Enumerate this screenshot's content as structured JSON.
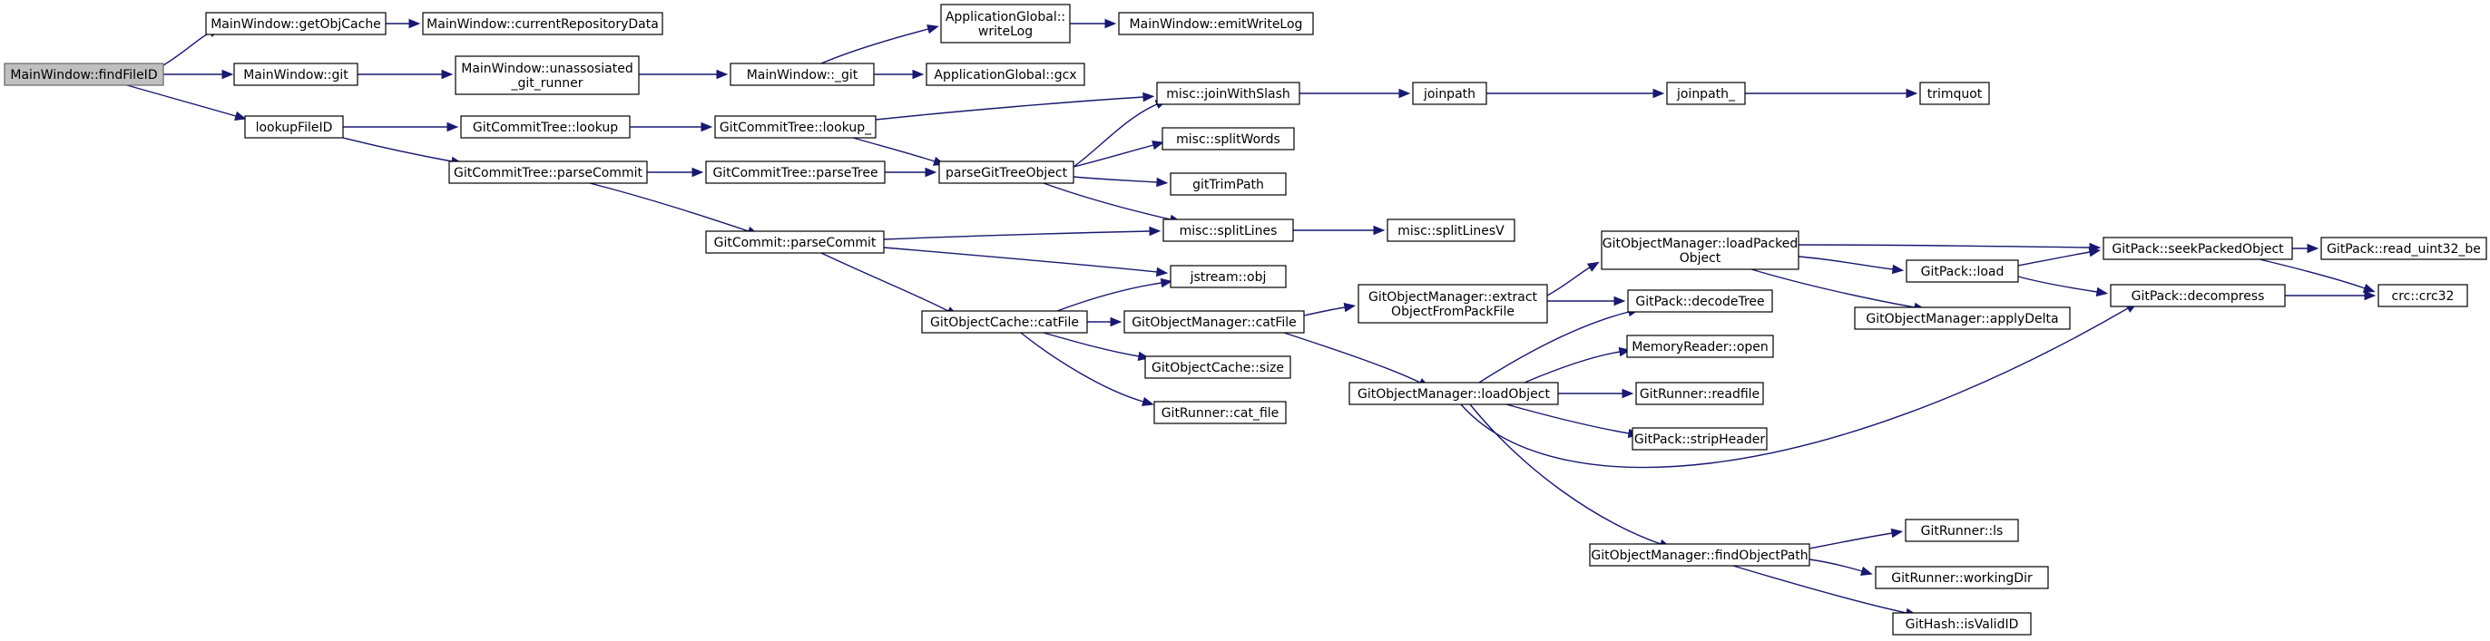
{
  "graph": {
    "colors": {
      "edge": "#191970",
      "node_fill": "#ffffff",
      "root_fill": "#bfbfbf",
      "border": "#000000"
    },
    "nodes": {
      "findFileID": [
        "MainWindow::findFileID"
      ],
      "getObjCache": [
        "MainWindow::getObjCache"
      ],
      "currentRepositoryData": [
        "MainWindow::currentRepositoryData"
      ],
      "mwGit": [
        "MainWindow::git"
      ],
      "unassosiated": [
        "MainWindow::unassosiated",
        "_git_runner"
      ],
      "mwUGit": [
        "MainWindow::_git"
      ],
      "writeLog": [
        "ApplicationGlobal::",
        "writeLog"
      ],
      "emitWriteLog": [
        "MainWindow::emitWriteLog"
      ],
      "gcx": [
        "ApplicationGlobal::gcx"
      ],
      "lookupFileID": [
        "lookupFileID"
      ],
      "gctLookup": [
        "GitCommitTree::lookup"
      ],
      "gctLookupU": [
        "GitCommitTree::lookup_"
      ],
      "gctParseCommit": [
        "GitCommitTree::parseCommit"
      ],
      "gctParseTree": [
        "GitCommitTree::parseTree"
      ],
      "parseGitTreeObject": [
        "parseGitTreeObject"
      ],
      "joinWithSlash": [
        "misc::joinWithSlash"
      ],
      "joinpath": [
        "joinpath"
      ],
      "joinpathU": [
        "joinpath_"
      ],
      "trimquot": [
        "trimquot"
      ],
      "splitWords": [
        "misc::splitWords"
      ],
      "gitTrimPath": [
        "gitTrimPath"
      ],
      "splitLines": [
        "misc::splitLines"
      ],
      "splitLinesV": [
        "misc::splitLinesV"
      ],
      "gcParseCommit": [
        "GitCommit::parseCommit"
      ],
      "jstreamObj": [
        "jstream::obj"
      ],
      "gocCatFile": [
        "GitObjectCache::catFile"
      ],
      "gomCatFile": [
        "GitObjectManager::catFile"
      ],
      "gocSize": [
        "GitObjectCache::size"
      ],
      "grCatFile": [
        "GitRunner::cat_file"
      ],
      "extractObj": [
        "GitObjectManager::extract",
        "ObjectFromPackFile"
      ],
      "loadPacked": [
        "GitObjectManager::loadPacked",
        "Object"
      ],
      "decodeTree": [
        "GitPack::decodeTree"
      ],
      "loadObject": [
        "GitObjectManager::loadObject"
      ],
      "mrOpen": [
        "MemoryReader::open"
      ],
      "grReadfile": [
        "GitRunner::readfile"
      ],
      "stripHeader": [
        "GitPack::stripHeader"
      ],
      "gpLoad": [
        "GitPack::load"
      ],
      "applyDelta": [
        "GitObjectManager::applyDelta"
      ],
      "seekPacked": [
        "GitPack::seekPackedObject"
      ],
      "readUint32": [
        "GitPack::read_uint32_be"
      ],
      "decompress": [
        "GitPack::decompress"
      ],
      "crc32": [
        "crc::crc32"
      ],
      "findObjectPath": [
        "GitObjectManager::findObjectPath"
      ],
      "grLs": [
        "GitRunner::ls"
      ],
      "grWorkingDir": [
        "GitRunner::workingDir"
      ],
      "isValidID": [
        "GitHash::isValidID"
      ]
    }
  }
}
